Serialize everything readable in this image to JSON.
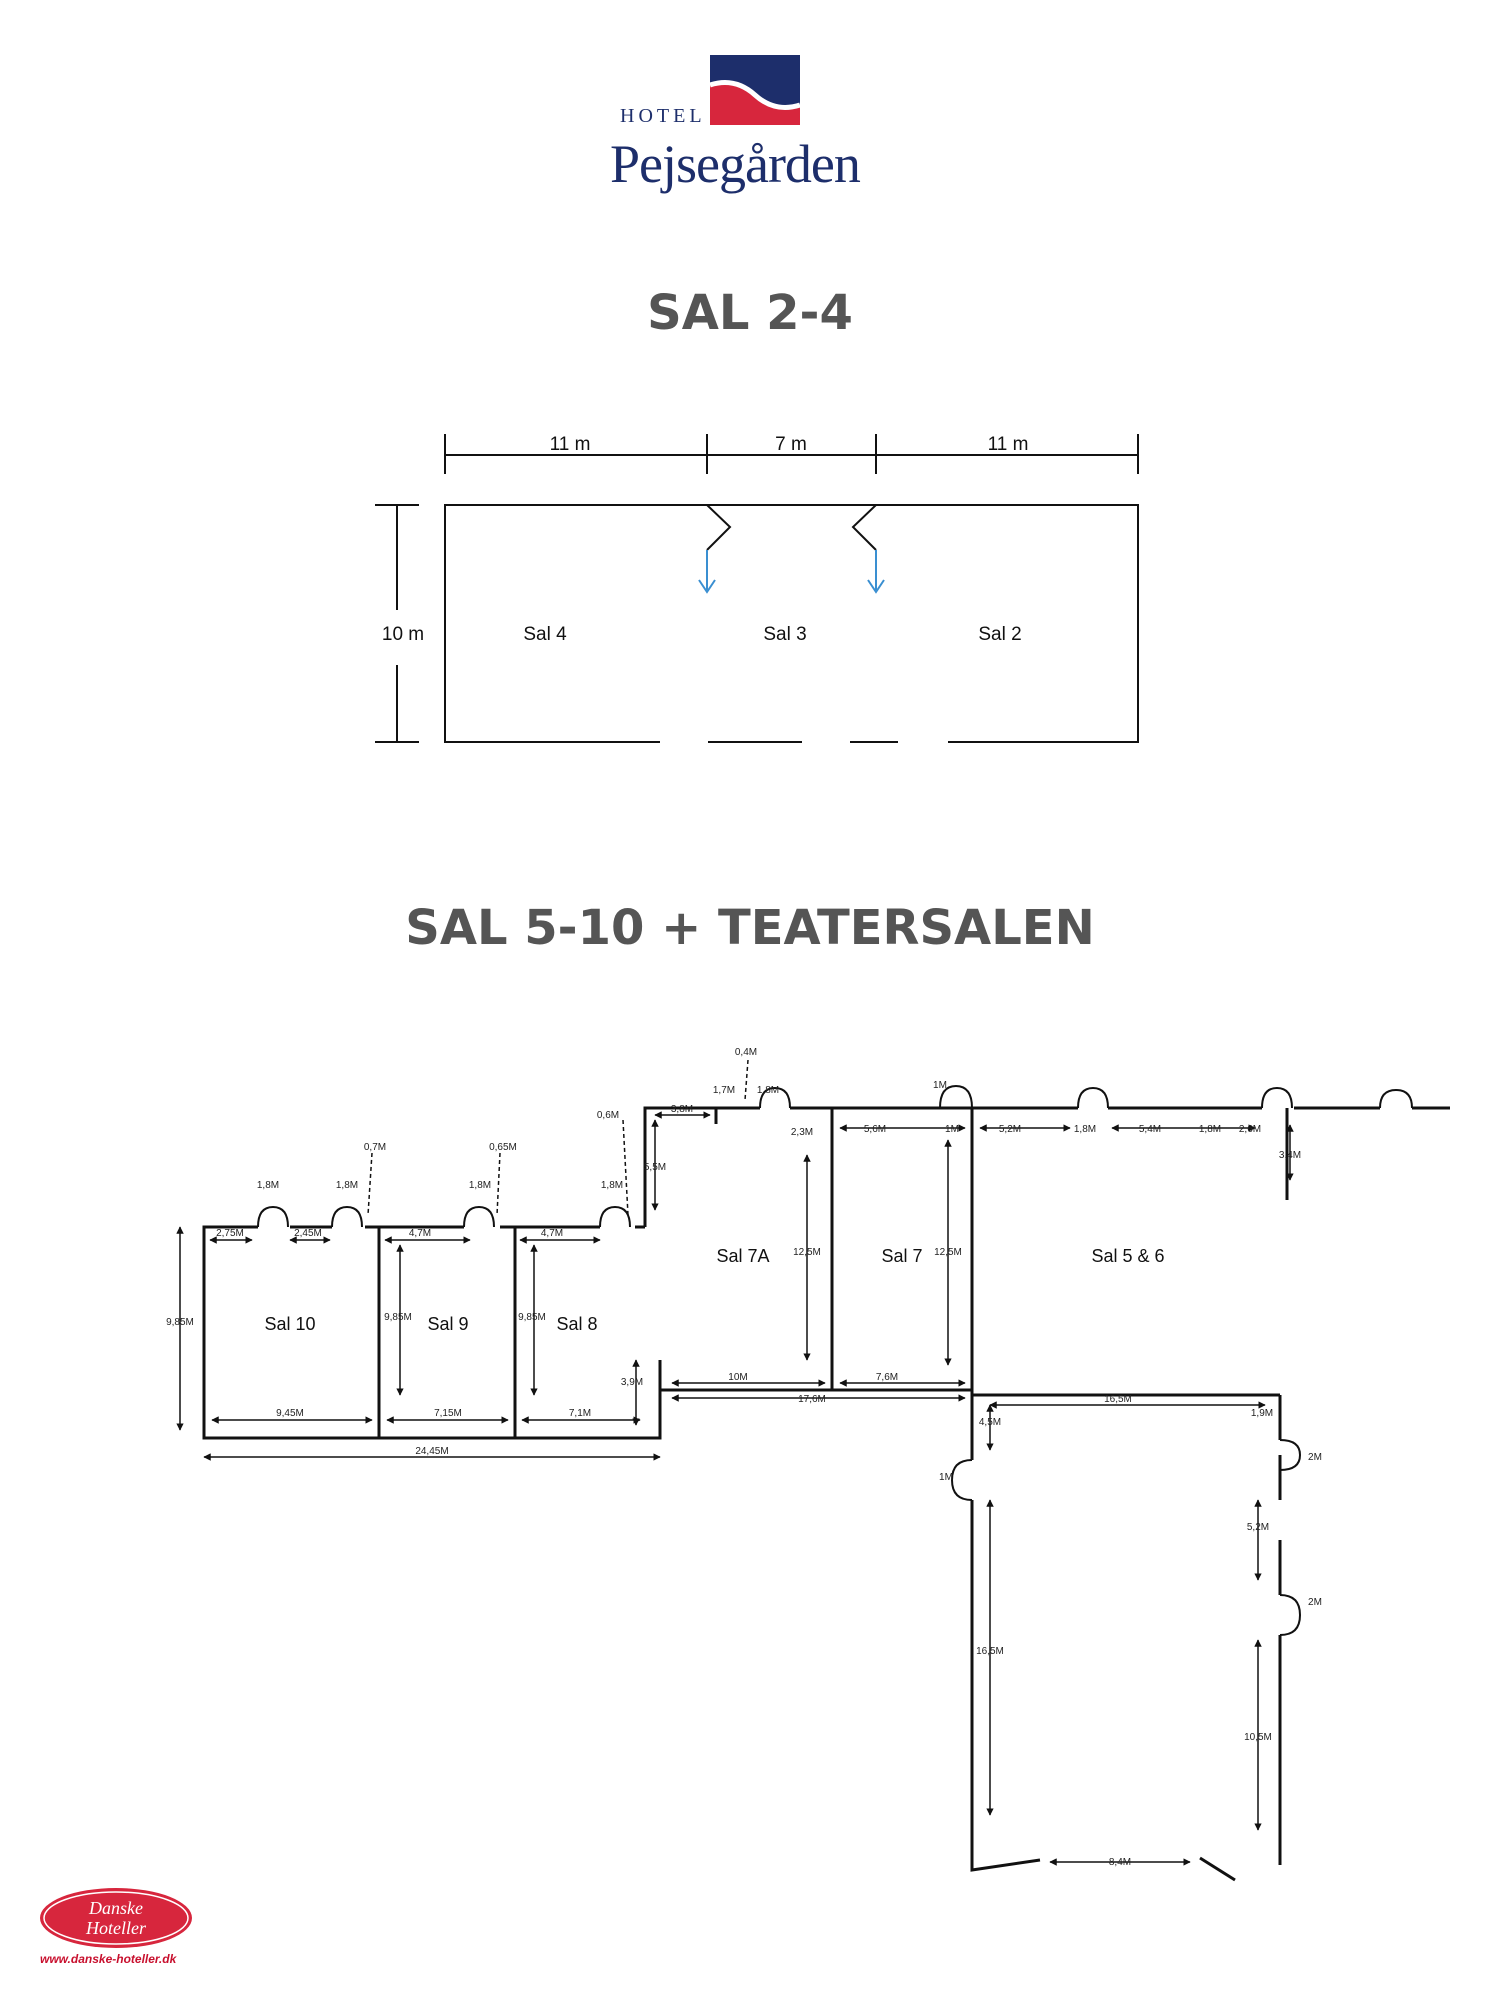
{
  "logo": {
    "hotel": "HOTEL",
    "name": "Pejsegården"
  },
  "headings": {
    "sal24": "SAL 2-4",
    "sal510": "SAL 5-10 + TEATERSALEN"
  },
  "plan1": {
    "widths": [
      "11 m",
      "7 m",
      "11 m"
    ],
    "height": "10 m",
    "rooms": [
      "Sal 4",
      "Sal 3",
      "Sal 2"
    ]
  },
  "plan2": {
    "rooms": {
      "sal10": "Sal 10",
      "sal9": "Sal 9",
      "sal8": "Sal 8",
      "sal7a": "Sal 7A",
      "sal7": "Sal 7",
      "sal56": "Sal 5 & 6"
    },
    "dims": {
      "d_04": "0,4M",
      "d_17": "1,7M",
      "d_18a": "1,8M",
      "d_1m_top": "1M",
      "d_06": "0,6M",
      "d_38": "3,8M",
      "d_23": "2,3M",
      "d_56": "5,6M",
      "d_1m": "1M",
      "d_52": "5,2M",
      "d_18b": "1,8M",
      "d_54": "5,4M",
      "d_18c": "1,8M",
      "d_26": "2,6M",
      "d_34": "3,4M",
      "d_55": "5,5M",
      "d_07": "0,7M",
      "d_065": "0,65M",
      "d_18_10a": "1,8M",
      "d_18_10b": "1,8M",
      "d_18_9": "1,8M",
      "d_18_8": "1,8M",
      "d_275": "2,75M",
      "d_245": "2,45M",
      "d_47a": "4,7M",
      "d_47b": "4,7M",
      "d_985a": "9,85M",
      "d_985b": "9,85M",
      "d_985c": "9,85M",
      "d_125a": "12,5M",
      "d_125b": "12,5M",
      "d_39": "3,9M",
      "d_10": "10M",
      "d_76": "7,6M",
      "d_945": "9,45M",
      "d_715": "7,15M",
      "d_71": "7,1M",
      "d_176": "17,6M",
      "d_2445": "24,45M",
      "d_45": "4,5M",
      "d_165a": "16,5M",
      "d_19": "1,9M",
      "d_2a": "2M",
      "d_1m_side": "1M",
      "d_52b": "5,2M",
      "d_2b": "2M",
      "d_165b": "16,5M",
      "d_105": "10,5M",
      "d_84": "8,4M"
    }
  },
  "footer": {
    "brand1": "Danske",
    "brand2": "Hoteller",
    "url": "www.danske-hoteller.dk"
  },
  "colors": {
    "navy": "#1d2e6b",
    "red": "#d7263d",
    "arrow": "#3a8fd1",
    "heading": "#555555"
  }
}
